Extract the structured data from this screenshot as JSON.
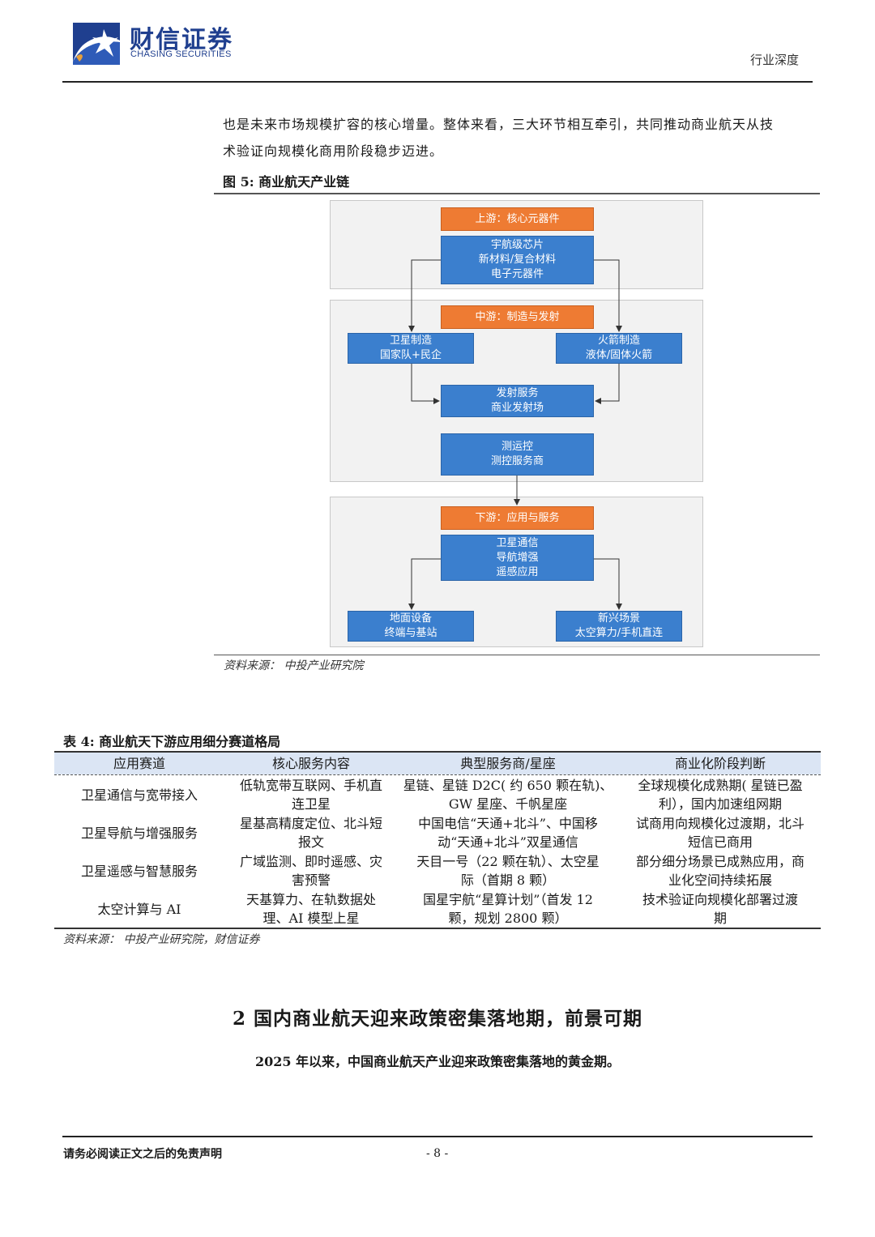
{
  "header": {
    "logo_cn": "财信证券",
    "logo_en": "CHASING SECURITIES",
    "report_type": "行业深度"
  },
  "intro": {
    "line1": "也是未来市场规模扩容的核心增量。整体来看，三大环节相互牵引，共同推动商业航天从技",
    "line2": "术验证向规模化商用阶段稳步迈进。"
  },
  "figure": {
    "title": "图 5:  商业航天产业链",
    "source": "资料来源：  中投产业研究院",
    "colors": {
      "stage_header": "#ee7b33",
      "node": "#3b7fce",
      "panel": "#f2f2f2"
    },
    "upstream": {
      "header": "上游：核心元器件",
      "items": [
        "宇航级芯片",
        "新材料/复合材料",
        "电子元器件"
      ]
    },
    "midstream": {
      "header": "中游：制造与发射",
      "satellite": [
        "卫星制造",
        "国家队+民企"
      ],
      "rocket": [
        "火箭制造",
        "液体/固体火箭"
      ],
      "launch": [
        "发射服务",
        "商业发射场"
      ],
      "tt_c": [
        "测运控",
        "测控服务商"
      ]
    },
    "downstream": {
      "header": "下游：应用与服务",
      "apps": [
        "卫星通信",
        "导航增强",
        "遥感应用"
      ],
      "ground": [
        "地面设备",
        "终端与基站"
      ],
      "emerging": [
        "新兴场景",
        "太空算力/手机直连"
      ]
    }
  },
  "table": {
    "title": "表 4:  商业航天下游应用细分赛道格局",
    "headers": [
      "应用赛道",
      "核心服务内容",
      "典型服务商/星座",
      "商业化阶段判断"
    ],
    "rows": [
      {
        "track": "卫星通信与宽带接入",
        "content": [
          "低轨宽带互联网、手机直",
          "连卫星"
        ],
        "providers": [
          "星链、星链 D2C( 约 650 颗在轨)、",
          "GW 星座、千帆星座"
        ],
        "stage": [
          "全球规模化成熟期( 星链已盈",
          "利），国内加速组网期"
        ]
      },
      {
        "track": "卫星导航与增强服务",
        "content": [
          "星基高精度定位、北斗短",
          "报文"
        ],
        "providers": [
          "中国电信“天通+北斗”、中国移",
          "动“天通+北斗”双星通信"
        ],
        "stage": [
          "试商用向规模化过渡期，北斗",
          "短信已商用"
        ]
      },
      {
        "track": "卫星遥感与智慧服务",
        "content": [
          "广域监测、即时遥感、灾",
          "害预警"
        ],
        "providers": [
          "天目一号（22 颗在轨）、太空星",
          "际（首期 8 颗）"
        ],
        "stage": [
          "部分细分场景已成熟应用，商",
          "业化空间持续拓展"
        ]
      },
      {
        "track": "太空计算与 AI",
        "content": [
          "天基算力、在轨数据处",
          "理、AI 模型上星"
        ],
        "providers": [
          "国星宇航“星算计划”（首发 12",
          "颗，规划 2800 颗）"
        ],
        "stage": [
          "技术验证向规模化部署过渡",
          "期"
        ]
      }
    ],
    "source": "资料来源：  中投产业研究院，财信证券"
  },
  "section": {
    "title": "2  国内商业航天迎来政策密集落地期，前景可期",
    "lead": "2025 年以来，中国商业航天产业迎来政策密集落地的黄金期。"
  },
  "footer": {
    "disclaimer": "请务必阅读正文之后的免责声明",
    "page": "- 8 -"
  }
}
